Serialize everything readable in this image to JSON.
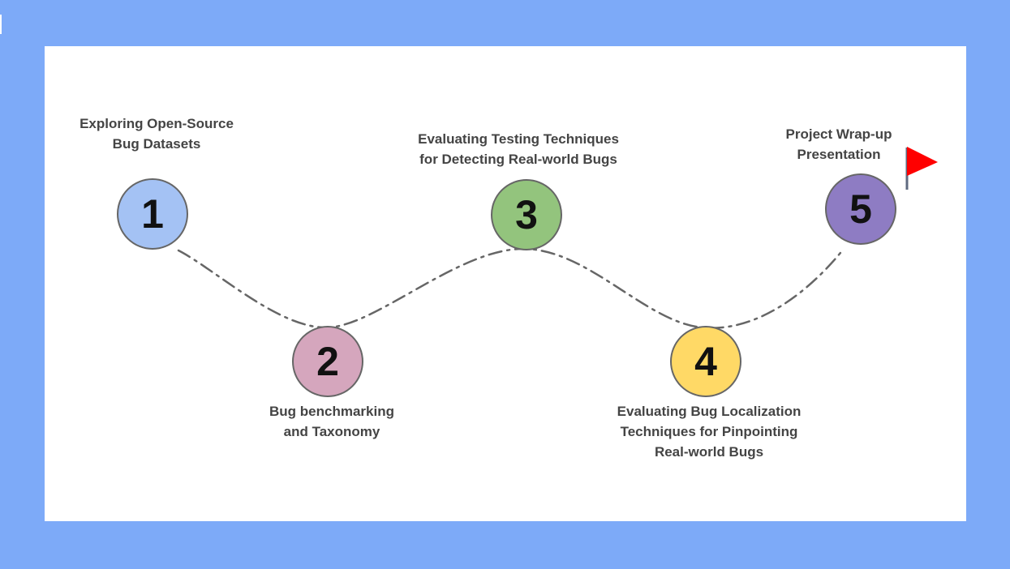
{
  "milestones": [
    {
      "number": "1",
      "label_lines": [
        "Exploring Open-Source",
        "Bug Datasets"
      ],
      "color": "#a4c2f4"
    },
    {
      "number": "2",
      "label_lines": [
        "Bug benchmarking",
        "and Taxonomy"
      ],
      "color": "#d5a6bd"
    },
    {
      "number": "3",
      "label_lines": [
        "Evaluating Testing Techniques",
        "for Detecting Real-world Bugs"
      ],
      "color": "#93c47d"
    },
    {
      "number": "4",
      "label_lines": [
        "Evaluating Bug Localization",
        "Techniques for Pinpointing",
        "Real-world Bugs"
      ],
      "color": "#ffd966"
    },
    {
      "number": "5",
      "label_lines": [
        "Project Wrap-up",
        "Presentation"
      ],
      "color": "#8e7cc3"
    }
  ],
  "colors": {
    "background": "#7daaf8",
    "canvas": "#ffffff",
    "path": "#666666",
    "flag": "#ff0000",
    "label_text": "#444444"
  },
  "icons": {
    "finish": "flag-icon"
  }
}
